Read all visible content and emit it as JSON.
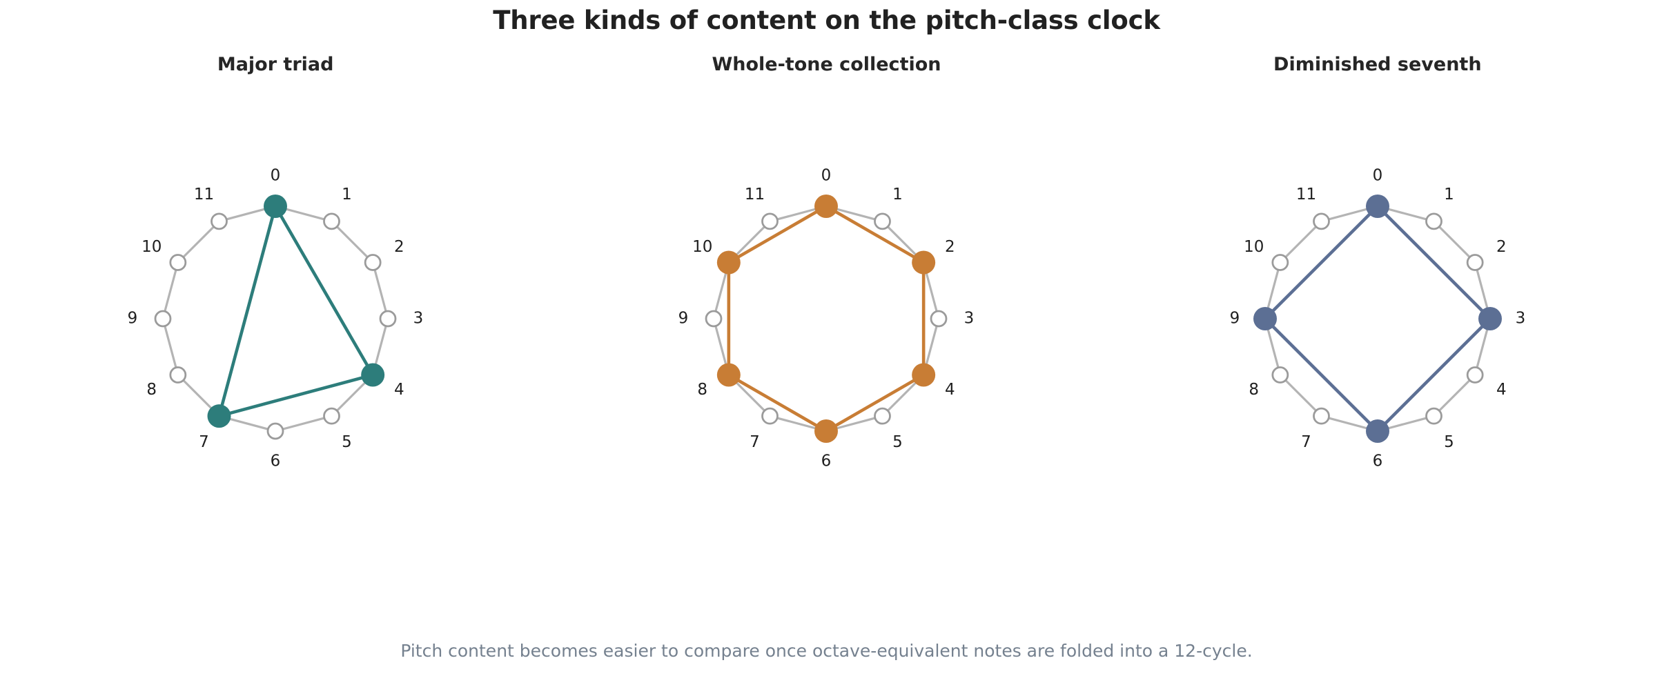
{
  "figure": {
    "title": "Three kinds of content on the pitch-class clock",
    "caption": "Pitch content becomes easier to compare once octave-equivalent notes are folded into a 12-cycle.",
    "background": "#ffffff",
    "title_color": "#212121",
    "caption_color": "#75818f",
    "ring_color": "#b4b4b4",
    "empty_node_fill": "#ffffff",
    "empty_node_stroke": "#9b9b9b",
    "label_color": "#1f1f1f"
  },
  "panels": [
    {
      "title": "Major triad",
      "accent": "#2d7d7b",
      "labels": [
        "0",
        "1",
        "2",
        "3",
        "4",
        "5",
        "6",
        "7",
        "8",
        "9",
        "10",
        "11"
      ],
      "selected": [
        0,
        4,
        7
      ]
    },
    {
      "title": "Whole-tone collection",
      "accent": "#c87d35",
      "labels": [
        "0",
        "1",
        "2",
        "3",
        "4",
        "5",
        "6",
        "7",
        "8",
        "9",
        "10",
        "11"
      ],
      "selected": [
        0,
        2,
        4,
        6,
        8,
        10
      ]
    },
    {
      "title": "Diminished seventh",
      "accent": "#5c6f94",
      "labels": [
        "0",
        "1",
        "2",
        "3",
        "4",
        "5",
        "6",
        "7",
        "8",
        "9",
        "10",
        "11"
      ],
      "selected": [
        0,
        3,
        6,
        9
      ]
    }
  ],
  "chart_data": {
    "type": "scatter",
    "title": "Three kinds of content on the pitch-class clock",
    "subtitle": "Pitch content becomes easier to compare once octave-equivalent notes are folded into a 12-cycle.",
    "xlabel": "",
    "ylabel": "",
    "grid": false,
    "legend": "none",
    "description": "Three pitch-class clock faces. Each clock is a 12-gon with pitch classes 0-11 placed clockwise starting at 12 o'clock. Unselected pitch classes are small hollow gray circles connected by a light gray 12-cycle ring; selected pitch classes are large filled colored dots joined by a colored polygon.",
    "pitch_classes": [
      0,
      1,
      2,
      3,
      4,
      5,
      6,
      7,
      8,
      9,
      10,
      11
    ],
    "angles_deg_from_top_clockwise": [
      0,
      30,
      60,
      90,
      120,
      150,
      180,
      210,
      240,
      270,
      300,
      330
    ],
    "series": [
      {
        "name": "Major triad",
        "color": "#2d7d7b",
        "values": [
          0,
          4,
          7
        ],
        "shape": "triangle",
        "interval_vector_steps": [
          4,
          3,
          5
        ]
      },
      {
        "name": "Whole-tone collection",
        "color": "#c87d35",
        "values": [
          0,
          2,
          4,
          6,
          8,
          10
        ],
        "shape": "hexagon",
        "interval_vector_steps": [
          2,
          2,
          2,
          2,
          2,
          2
        ]
      },
      {
        "name": "Diminished seventh",
        "color": "#5c6f94",
        "values": [
          0,
          3,
          6,
          9
        ],
        "shape": "square",
        "interval_vector_steps": [
          3,
          3,
          3,
          3
        ]
      }
    ]
  }
}
